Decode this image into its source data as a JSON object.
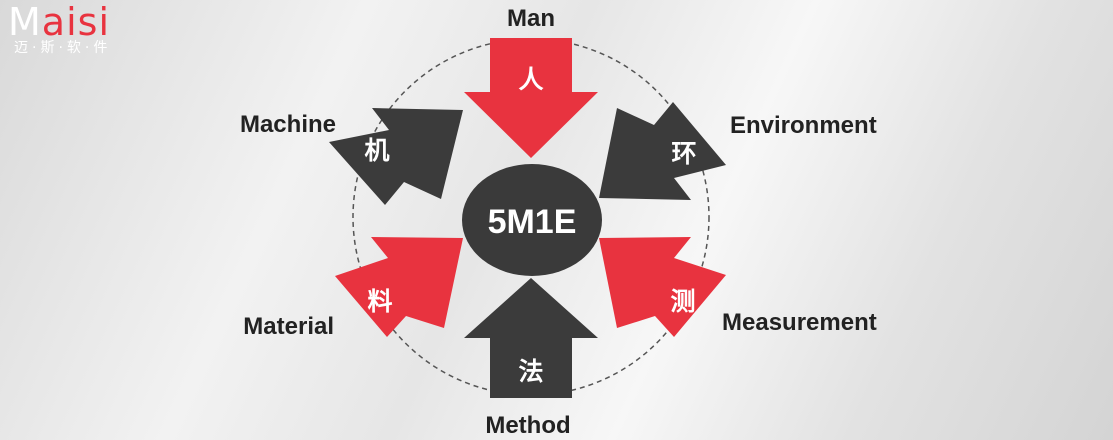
{
  "logo": {
    "initial": "M",
    "rest": "aisi",
    "subtitle": "迈·斯·软·件"
  },
  "center": {
    "label": "5M1E"
  },
  "factors": [
    {
      "key": "man",
      "en": "Man",
      "cn": "人",
      "color": "#e8333f"
    },
    {
      "key": "environment",
      "en": "Environment",
      "cn": "环",
      "color": "#3b3b3b"
    },
    {
      "key": "measurement",
      "en": "Measurement",
      "cn": "测",
      "color": "#e8333f"
    },
    {
      "key": "method",
      "en": "Method",
      "cn": "法",
      "color": "#3b3b3b"
    },
    {
      "key": "material",
      "en": "Material",
      "cn": "料",
      "color": "#e8333f"
    },
    {
      "key": "machine",
      "en": "Machine",
      "cn": "机",
      "color": "#3b3b3b"
    }
  ]
}
